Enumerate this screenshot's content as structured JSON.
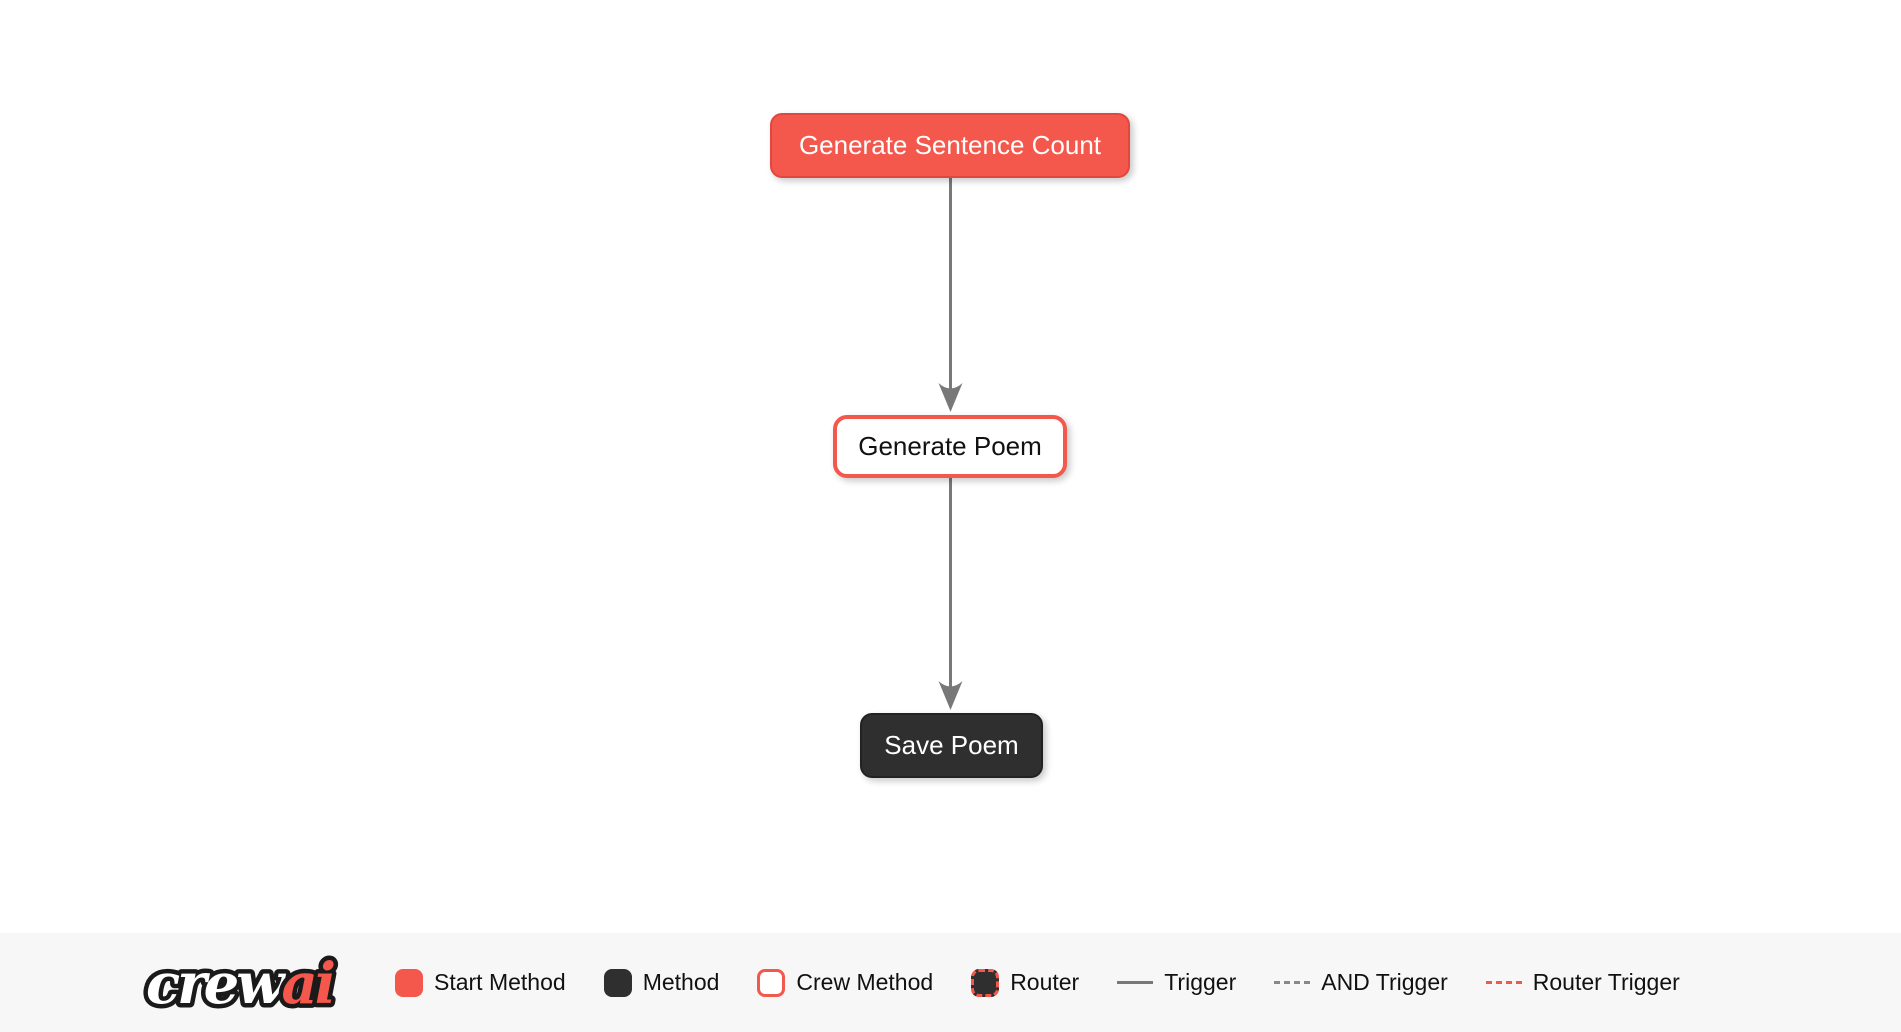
{
  "colors": {
    "accent": "#F4574C",
    "accent_border": "#E2473D",
    "dark": "#2F2F2F",
    "arrow": "#787878",
    "legend_bg": "#F7F7F7"
  },
  "diagram": {
    "nodes": [
      {
        "id": "generate_sentence_count",
        "label": "Generate Sentence Count",
        "type": "start-method"
      },
      {
        "id": "generate_poem",
        "label": "Generate Poem",
        "type": "crew-method"
      },
      {
        "id": "save_poem",
        "label": "Save Poem",
        "type": "method"
      }
    ],
    "edges": [
      {
        "from": "generate_sentence_count",
        "to": "generate_poem",
        "type": "trigger"
      },
      {
        "from": "generate_poem",
        "to": "save_poem",
        "type": "trigger"
      }
    ]
  },
  "legend": {
    "logo": {
      "crew": "crew",
      "ai": "ai"
    },
    "items": [
      {
        "label": "Start Method",
        "swatch": "start"
      },
      {
        "label": "Method",
        "swatch": "method"
      },
      {
        "label": "Crew Method",
        "swatch": "crew"
      },
      {
        "label": "Router",
        "swatch": "router"
      },
      {
        "label": "Trigger",
        "swatch": "line-solid"
      },
      {
        "label": "AND Trigger",
        "swatch": "line-dashed"
      },
      {
        "label": "Router Trigger",
        "swatch": "line-dashed-red"
      }
    ]
  }
}
